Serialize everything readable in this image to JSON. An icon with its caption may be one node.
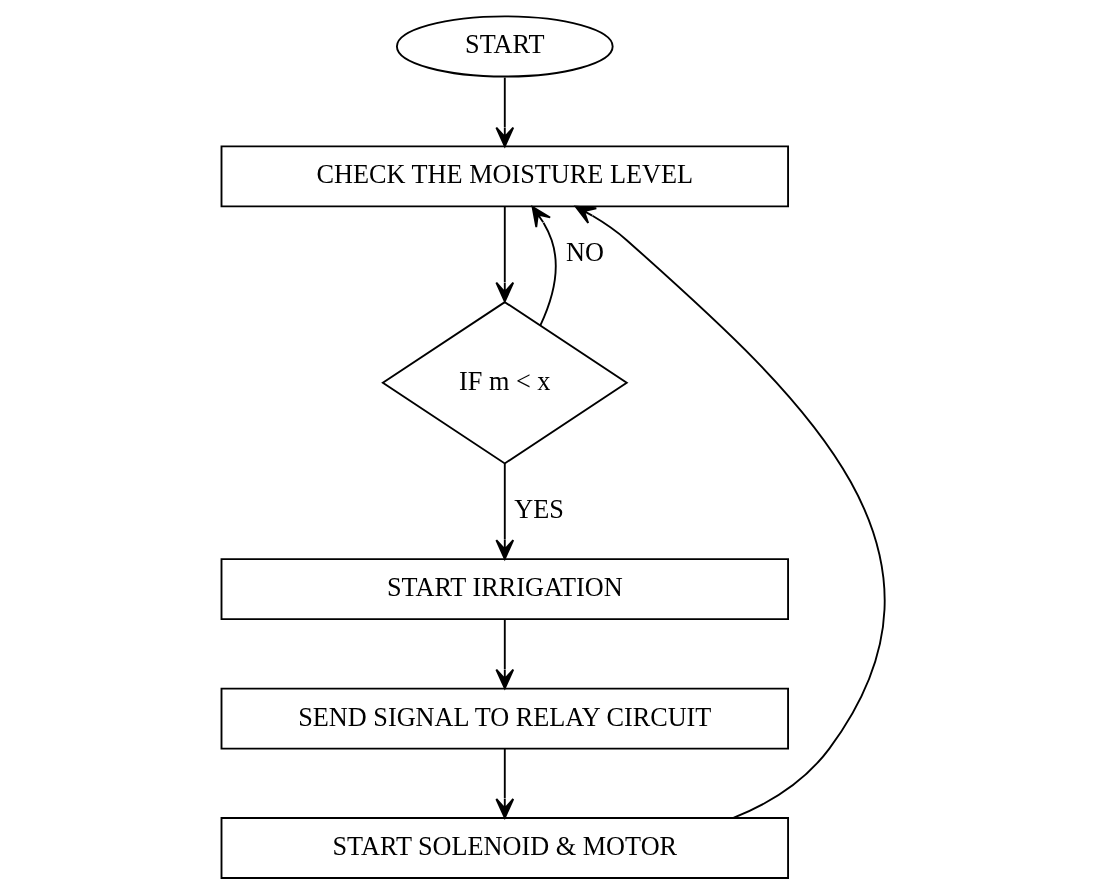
{
  "diagram": {
    "nodes": [
      {
        "text": [
          "START"
        ]
      },
      {
        "text": [
          "CHECK THE MOISTURE LEVEL"
        ]
      },
      {
        "text": [
          "IF m < x"
        ]
      },
      {
        "text": [
          "START IRRIGATION"
        ]
      },
      {
        "text": [
          "SEND SIGNAL TO RELAY CIRCUIT"
        ]
      },
      {
        "text": [
          "START SOLENOID & MOTOR"
        ]
      }
    ],
    "edges": [
      {
        "from": 0,
        "to": 1,
        "arrow": "to"
      },
      {
        "from": 1,
        "to": 2,
        "arrow": "to"
      },
      {
        "from": 2,
        "to": 3,
        "arrow": "to",
        "label": "YES"
      },
      {
        "from": 3,
        "to": 4,
        "arrow": "to"
      },
      {
        "from": 4,
        "to": 5,
        "arrow": "to"
      },
      {
        "from": 5,
        "to": 1,
        "arrow": "to"
      },
      {
        "from": 2,
        "to": 1,
        "arrow": "to",
        "label": "NO"
      }
    ]
  }
}
